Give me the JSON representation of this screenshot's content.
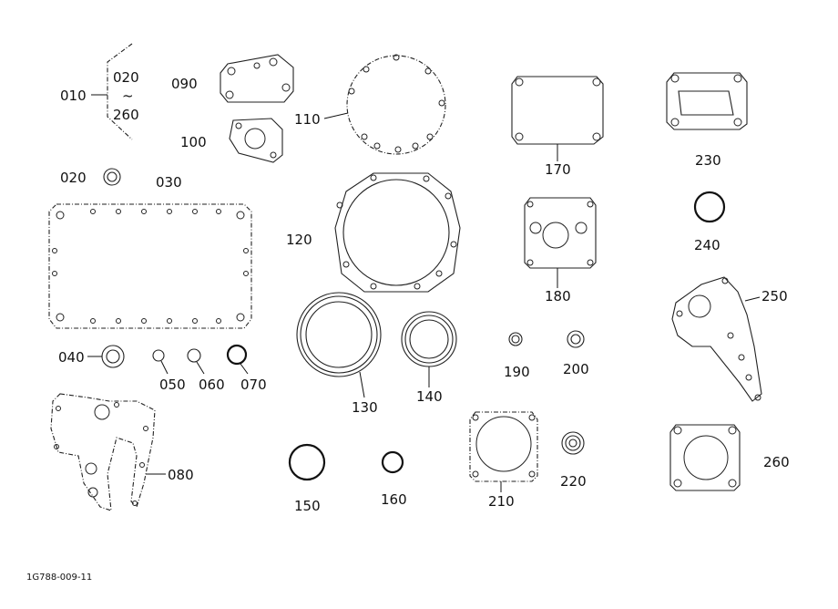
{
  "labels": {
    "p010": "010",
    "p020a": "020",
    "tilde": "~",
    "p260a": "260",
    "p090": "090",
    "p100": "100",
    "p110": "110",
    "p170": "170",
    "p230": "230",
    "p020b": "020",
    "p030": "030",
    "p120": "120",
    "p180": "180",
    "p240": "240",
    "p250": "250",
    "p040": "040",
    "p050": "050",
    "p060": "060",
    "p070": "070",
    "p130": "130",
    "p140": "140",
    "p190": "190",
    "p200": "200",
    "p080": "080",
    "p150": "150",
    "p160": "160",
    "p210": "210",
    "p220": "220",
    "p260b": "260"
  },
  "drawing_code": "1G788-009-11"
}
